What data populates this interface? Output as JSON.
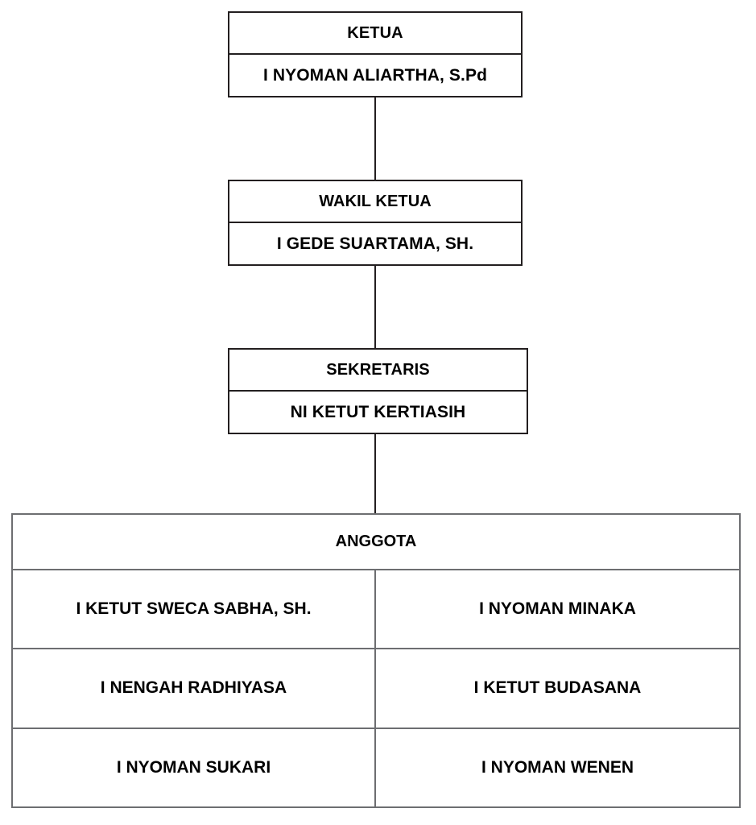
{
  "chart": {
    "type": "org-chart",
    "title_present": false,
    "background_color": "#ffffff",
    "line_color": "#231f20",
    "table_line_color": "#6d6e71",
    "text_color": "#000000",
    "nodes": [
      {
        "id": "ketua",
        "title": "KETUA",
        "person": "I NYOMAN ALIARTHA, S.Pd"
      },
      {
        "id": "wakil-ketua",
        "title": "WAKIL KETUA",
        "person": "I GEDE SUARTAMA, SH."
      },
      {
        "id": "sekretaris",
        "title": "SEKRETARIS",
        "person": "NI KETUT KERTIASIH"
      }
    ],
    "members": {
      "header": "ANGGOTA",
      "rows": [
        {
          "left": "I KETUT SWECA SABHA, SH.",
          "right": "I NYOMAN MINAKA"
        },
        {
          "left": "I NENGAH RADHIYASA",
          "right": "I KETUT BUDASANA"
        },
        {
          "left": "I NYOMAN SUKARI",
          "right": "I NYOMAN WENEN"
        }
      ]
    },
    "connectors": [
      {
        "from": "ketua",
        "to": "wakil-ketua"
      },
      {
        "from": "wakil-ketua",
        "to": "sekretaris"
      },
      {
        "from": "sekretaris",
        "to": "anggota"
      }
    ]
  }
}
